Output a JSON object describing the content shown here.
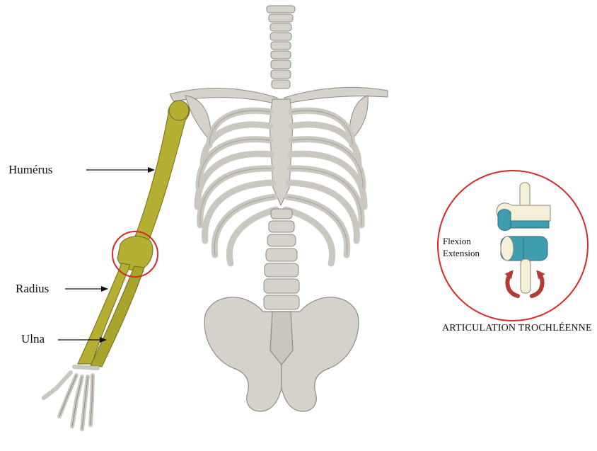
{
  "labels": {
    "humerus": "Humérus",
    "radius": "Radius",
    "ulna": "Ulna"
  },
  "joint_diagram": {
    "motion_1": "Flexion",
    "motion_2": "Extension",
    "caption": "ARTICULATION TROCHLÉENNE"
  },
  "colors": {
    "arm_bone": "#b5b034",
    "skeleton_bone": "#d4d2cb",
    "highlight_circle": "#d42a2a",
    "joint_blue": "#3f9db0",
    "joint_cream": "#f3efd9",
    "arrow_red": "#b33a35"
  }
}
